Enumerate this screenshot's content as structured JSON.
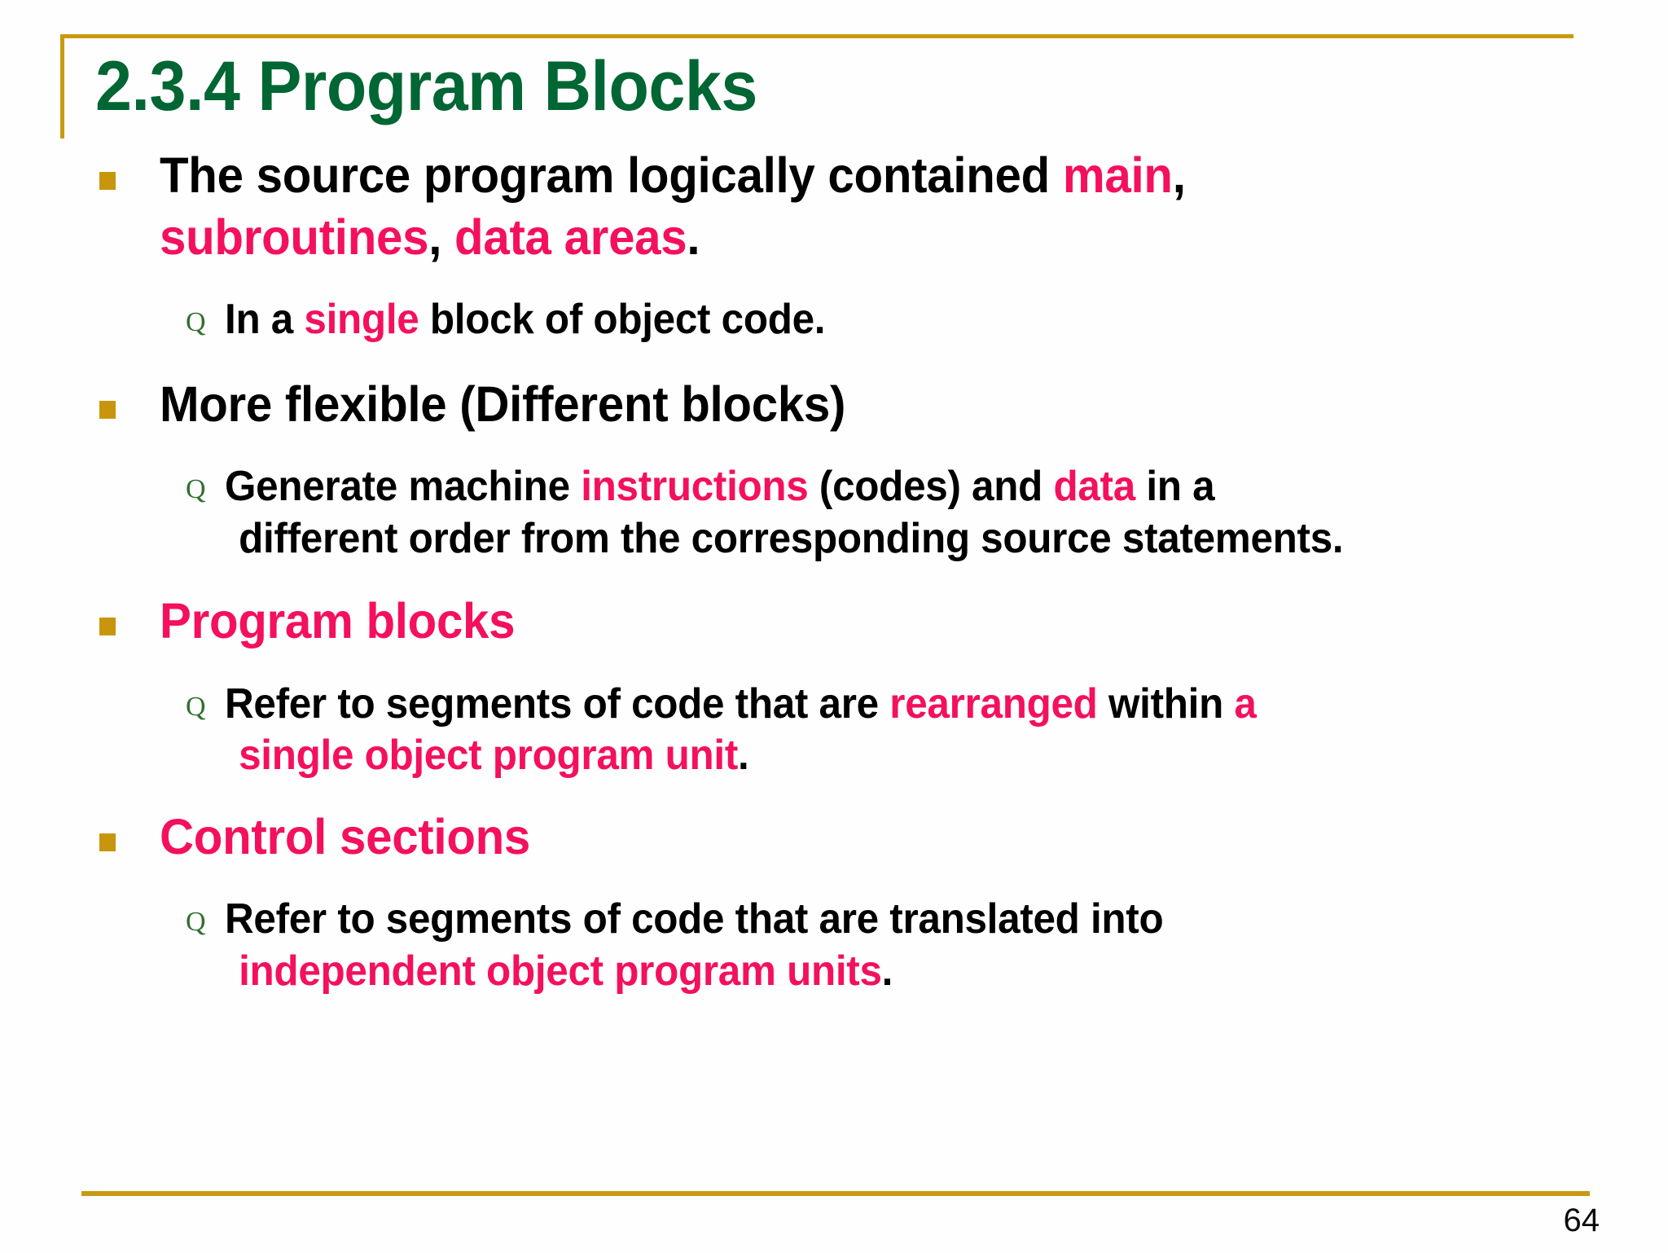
{
  "slide": {
    "title": "2.3.4  Program Blocks",
    "page_number": "64",
    "accent_gold": "#C89A12",
    "bullet_gold": "#C8960C",
    "title_green": "#006633",
    "marker_green": "#31702E",
    "highlight_pink": "#F4105C",
    "sub_bullet_glyph": "Q"
  },
  "bullets": {
    "b1_l1_a": "The source program logically contained ",
    "b1_l1_main": "main",
    "b1_l1_comma": ",",
    "b1_l2_subroutines": "subroutines",
    "b1_l2_comma": ", ",
    "b1_l2_dataareas": "data areas",
    "b1_l2_period": ".",
    "s1_a": "In a ",
    "s1_single": "single",
    "s1_b": " block of object code.",
    "b2": "More flexible (Different blocks)",
    "s2_a": "Generate machine ",
    "s2_instructions": "instructions",
    "s2_b": " (codes) and ",
    "s2_data": "data",
    "s2_c": " in a",
    "s2_line2": "different order from the corresponding source statements.",
    "b3": "Program blocks",
    "s3_a": "Refer to segments of code that are ",
    "s3_rearranged": "rearranged",
    "s3_b": " within ",
    "s3_a2": "a",
    "s3_line2_pink": "single object program unit",
    "s3_line2_period": ".",
    "b4": "Control sections",
    "s4_a": "Refer to segments of code that are translated into",
    "s4_line2_pink": "independent object program units",
    "s4_line2_period": "."
  }
}
